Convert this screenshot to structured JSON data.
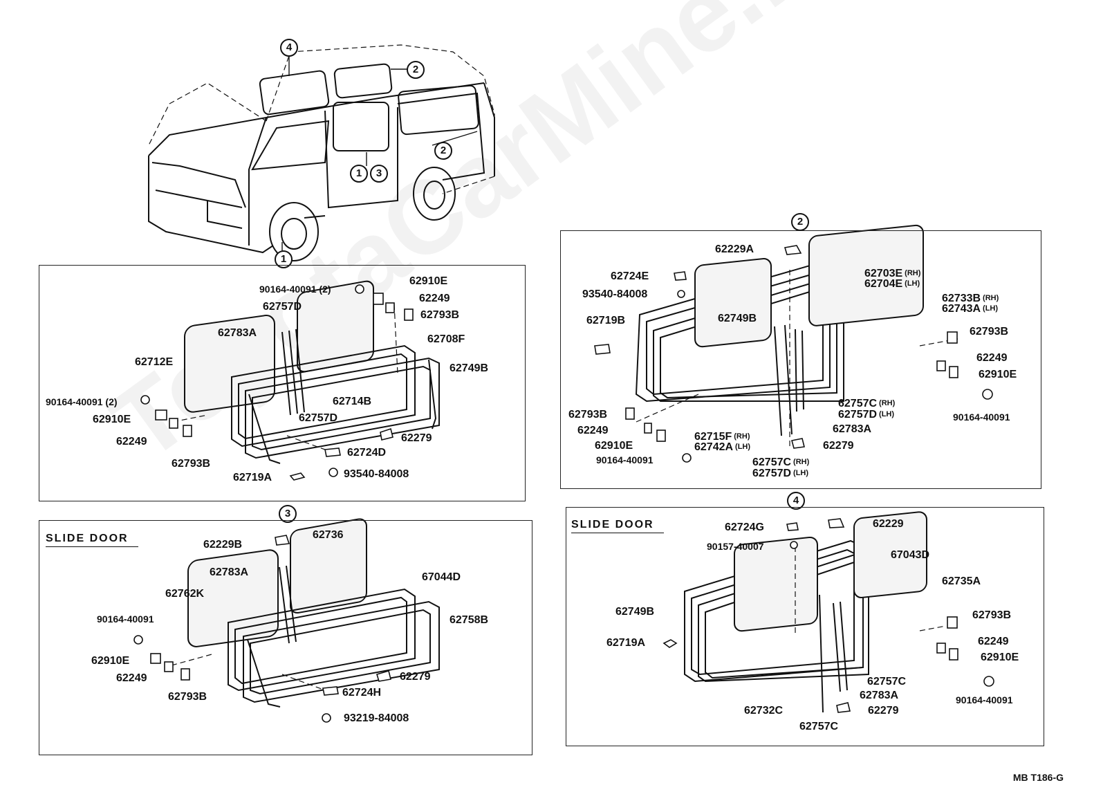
{
  "overview": {
    "callouts": [
      "4",
      "2",
      "2",
      "1",
      "3",
      "1"
    ]
  },
  "panel1": {
    "labels": {
      "p90164_top": "90164-40091 (2)",
      "p62910E_top": "62910E",
      "p62249_top": "62249",
      "p62793B_top": "62793B",
      "p62757D_top": "62757D",
      "p62783A": "62783A",
      "p62708F": "62708F",
      "p62712E": "62712E",
      "p62749B": "62749B",
      "p62714B": "62714B",
      "p90164_left": "90164-40091 (2)",
      "p62910E_left": "62910E",
      "p62757D_bot": "62757D",
      "p62249_left": "62249",
      "p62279": "62279",
      "p62724D": "62724D",
      "p62793B_bot": "62793B",
      "p62719A": "62719A",
      "p93540": "93540-84008"
    }
  },
  "panel2": {
    "callout": "2",
    "labels": {
      "p62229A": "62229A",
      "p62724E": "62724E",
      "p62703E": "62703E",
      "p62703E_side": "(RH)",
      "p62704E": "62704E",
      "p62704E_side": "(LH)",
      "p93540": "93540-84008",
      "p62733B": "62733B",
      "p62733B_side": "(RH)",
      "p62743A": "62743A",
      "p62743A_side": "(LH)",
      "p62749B": "62749B",
      "p62719B": "62719B",
      "p62793B_r": "62793B",
      "p62249_r": "62249",
      "p62910E_r": "62910E",
      "p62757C_r": "62757C",
      "p62757C_r_side": "(RH)",
      "p62757D_r": "62757D",
      "p62757D_r_side": "(LH)",
      "p62793B_l": "62793B",
      "p62249_l": "62249",
      "p62910E_l": "62910E",
      "p62715F": "62715F",
      "p62715F_side": "(RH)",
      "p62742A": "62742A",
      "p62742A_side": "(LH)",
      "p62783A": "62783A",
      "p90164_r": "90164-40091",
      "p90164_l": "90164-40091",
      "p62279": "62279",
      "p62757C_b": "62757C",
      "p62757C_b_side": "(RH)",
      "p62757D_b": "62757D",
      "p62757D_b_side": "(LH)"
    }
  },
  "panel3": {
    "callout": "3",
    "title": "SLIDE DOOR",
    "labels": {
      "p62229B": "62229B",
      "p62736": "62736",
      "p62783A": "62783A",
      "p67044D": "67044D",
      "p62762K": "62762K",
      "p62758B": "62758B",
      "p90164": "90164-40091",
      "p62910E": "62910E",
      "p62249": "62249",
      "p62279": "62279",
      "p62724H": "62724H",
      "p62793B": "62793B",
      "p93219": "93219-84008"
    }
  },
  "panel4": {
    "callout": "4",
    "title": "SLIDE DOOR",
    "labels": {
      "p62724G": "62724G",
      "p62229": "62229",
      "p90157": "90157-40007",
      "p67043D": "67043D",
      "p62735A": "62735A",
      "p62749B": "62749B",
      "p62793B": "62793B",
      "p62719A": "62719A",
      "p62249": "62249",
      "p62910E": "62910E",
      "p62757C_a": "62757C",
      "p62783A": "62783A",
      "p90164": "90164-40091",
      "p62279": "62279",
      "p62732C": "62732C",
      "p62757C_b": "62757C"
    }
  },
  "footer": "MB T186-G",
  "watermark": "ToyotaCarMine.ru"
}
